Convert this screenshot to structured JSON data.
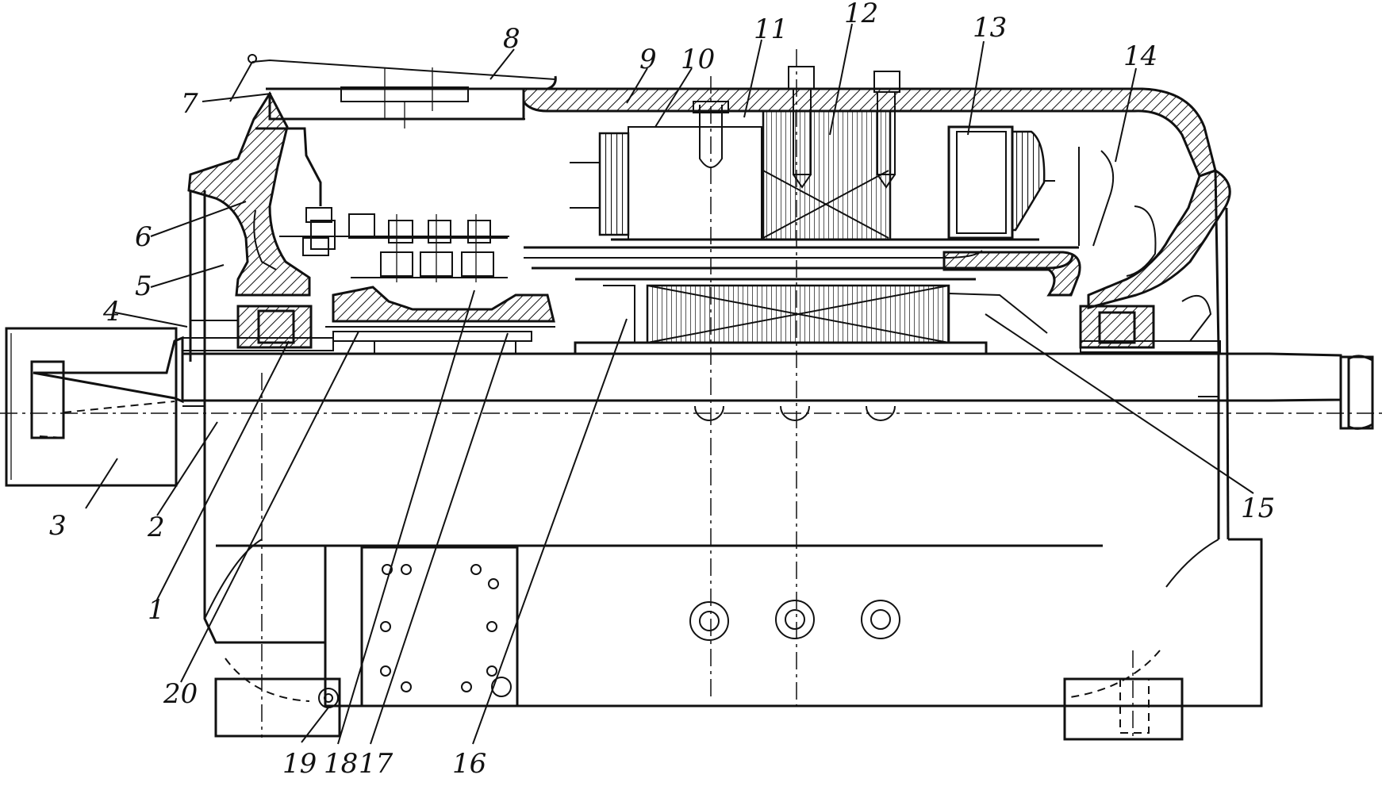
{
  "figure": {
    "callouts": [
      {
        "id": "c1",
        "text": "1"
      },
      {
        "id": "c2",
        "text": "2"
      },
      {
        "id": "c3",
        "text": "3"
      },
      {
        "id": "c4",
        "text": "4"
      },
      {
        "id": "c5",
        "text": "5"
      },
      {
        "id": "c6",
        "text": "6"
      },
      {
        "id": "c7",
        "text": "7"
      },
      {
        "id": "c8",
        "text": "8"
      },
      {
        "id": "c9",
        "text": "9"
      },
      {
        "id": "c10",
        "text": "10"
      },
      {
        "id": "c11",
        "text": "11"
      },
      {
        "id": "c12",
        "text": "12"
      },
      {
        "id": "c13",
        "text": "13"
      },
      {
        "id": "c14",
        "text": "14"
      },
      {
        "id": "c15",
        "text": "15"
      },
      {
        "id": "c16",
        "text": "16"
      },
      {
        "id": "c17",
        "text": "17"
      },
      {
        "id": "c18",
        "text": "18"
      },
      {
        "id": "c19",
        "text": "19"
      },
      {
        "id": "c20",
        "text": "20"
      }
    ],
    "line_color": "#111111",
    "background": "#ffffff"
  }
}
